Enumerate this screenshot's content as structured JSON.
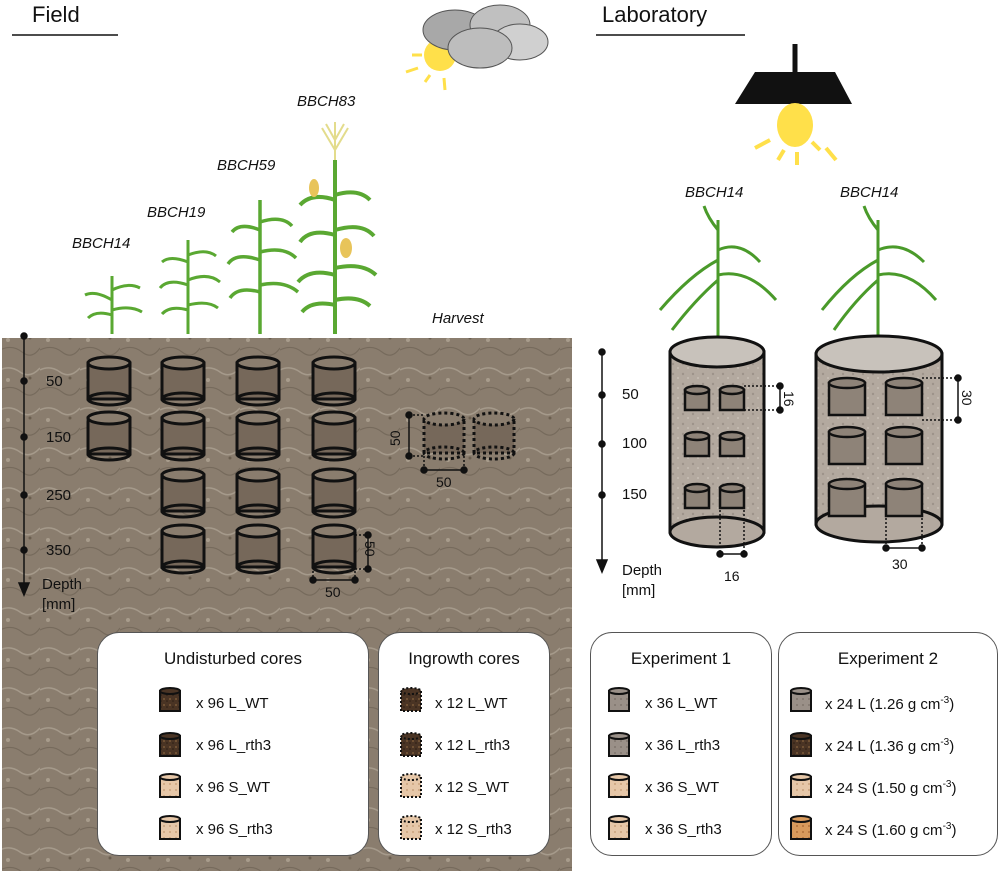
{
  "field": {
    "title": "Field",
    "stages": [
      "BBCH14",
      "BBCH19",
      "BBCH59",
      "BBCH83"
    ],
    "harvest_label": "Harvest",
    "depth_ticks": [
      "50",
      "150",
      "250",
      "350"
    ],
    "depth_label": "Depth",
    "depth_unit": "[mm]",
    "core_dims": {
      "height": "50",
      "width": "50"
    },
    "ingrowth_dims": {
      "height": "50",
      "width": "50"
    },
    "undisturbed": {
      "title": "Undisturbed cores",
      "items": [
        "x 96 L_WT",
        "x 96 L_rth3",
        "x 96 S_WT",
        "x 96 S_rth3"
      ]
    },
    "ingrowth": {
      "title": "Ingrowth cores",
      "items": [
        "x 12 L_WT",
        "x 12 L_rth3",
        "x 12 S_WT",
        "x 12 S_rth3"
      ]
    }
  },
  "lab": {
    "title": "Laboratory",
    "stages": [
      "BBCH14",
      "BBCH14"
    ],
    "depth_ticks": [
      "50",
      "100",
      "150"
    ],
    "depth_label": "Depth",
    "depth_unit": "[mm]",
    "exp1_dims": {
      "height": "16",
      "width": "16"
    },
    "exp2_dims": {
      "height": "30",
      "width": "30"
    },
    "experiment1": {
      "title": "Experiment 1",
      "items": [
        "x 36 L_WT",
        "x 36 L_rth3",
        "x 36 S_WT",
        "x 36 S_rth3"
      ]
    },
    "experiment2": {
      "title": "Experiment 2",
      "items": [
        {
          "pre": "x 24 L (1.26 g cm",
          "sup": "-3",
          "post": ")"
        },
        {
          "pre": "x 24 L (1.36 g cm",
          "sup": "-3",
          "post": ")"
        },
        {
          "pre": "x 24 S (1.50 g cm",
          "sup": "-3",
          "post": ")"
        },
        {
          "pre": "x 24 S (1.60 g cm",
          "sup": "-3",
          "post": ")"
        }
      ]
    }
  },
  "colors": {
    "soil": "#8a7d6e",
    "loam_core": "#4a3424",
    "sand_core": "#e6c7a8",
    "sand_dense": "#d89a5c",
    "lamp": "#111111",
    "bulb": "#ffe04a",
    "plant": "#5aa832"
  }
}
